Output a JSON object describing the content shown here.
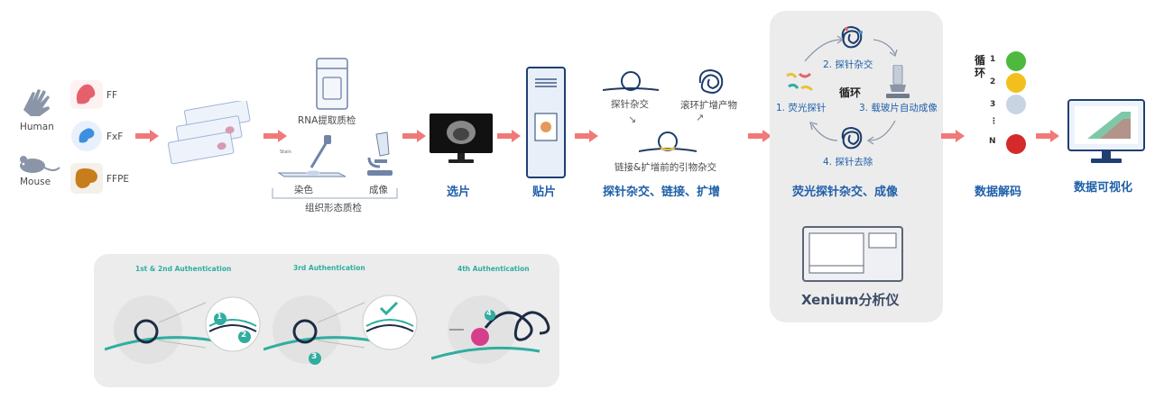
{
  "samples": {
    "human": "Human",
    "mouse": "Mouse",
    "types": [
      "FF",
      "FxF",
      "FFPE"
    ]
  },
  "qc": {
    "rna": "RNA提取质检",
    "stain_small": "Stain",
    "stain": "染色",
    "imaging": "成像",
    "morph": "组织形态质检"
  },
  "steps": {
    "select": "选片",
    "mount": "贴片",
    "hyb_title": "探针杂交、链接、扩增",
    "probe_hyb": "探针杂交",
    "rca": "滚环扩增产物",
    "ligation": "链接&扩增前的引物杂交",
    "cycle_title": "荧光探针杂交、成像",
    "decode": "数据解码",
    "visualize": "数据可视化"
  },
  "cycle": {
    "center": "循环",
    "s1": "1. 荧光探针",
    "s2": "2. 探针杂交",
    "s3": "3. 载玻片自动成像",
    "s4": "4. 探针去除"
  },
  "instrument": "Xenium分析仪",
  "decode_box": {
    "label": "循环",
    "rows": [
      "1",
      "2",
      "3",
      "⋮",
      "N"
    ]
  },
  "auth": [
    "1st & 2nd Authentication",
    "3rd Authentication",
    "4th Authentication"
  ],
  "badges": [
    "1",
    "2",
    "3",
    "4"
  ],
  "colors": {
    "arrow": "#f07a78",
    "title": "#1f5fa8",
    "teal": "#2fae9f",
    "panel": "#ececec"
  }
}
